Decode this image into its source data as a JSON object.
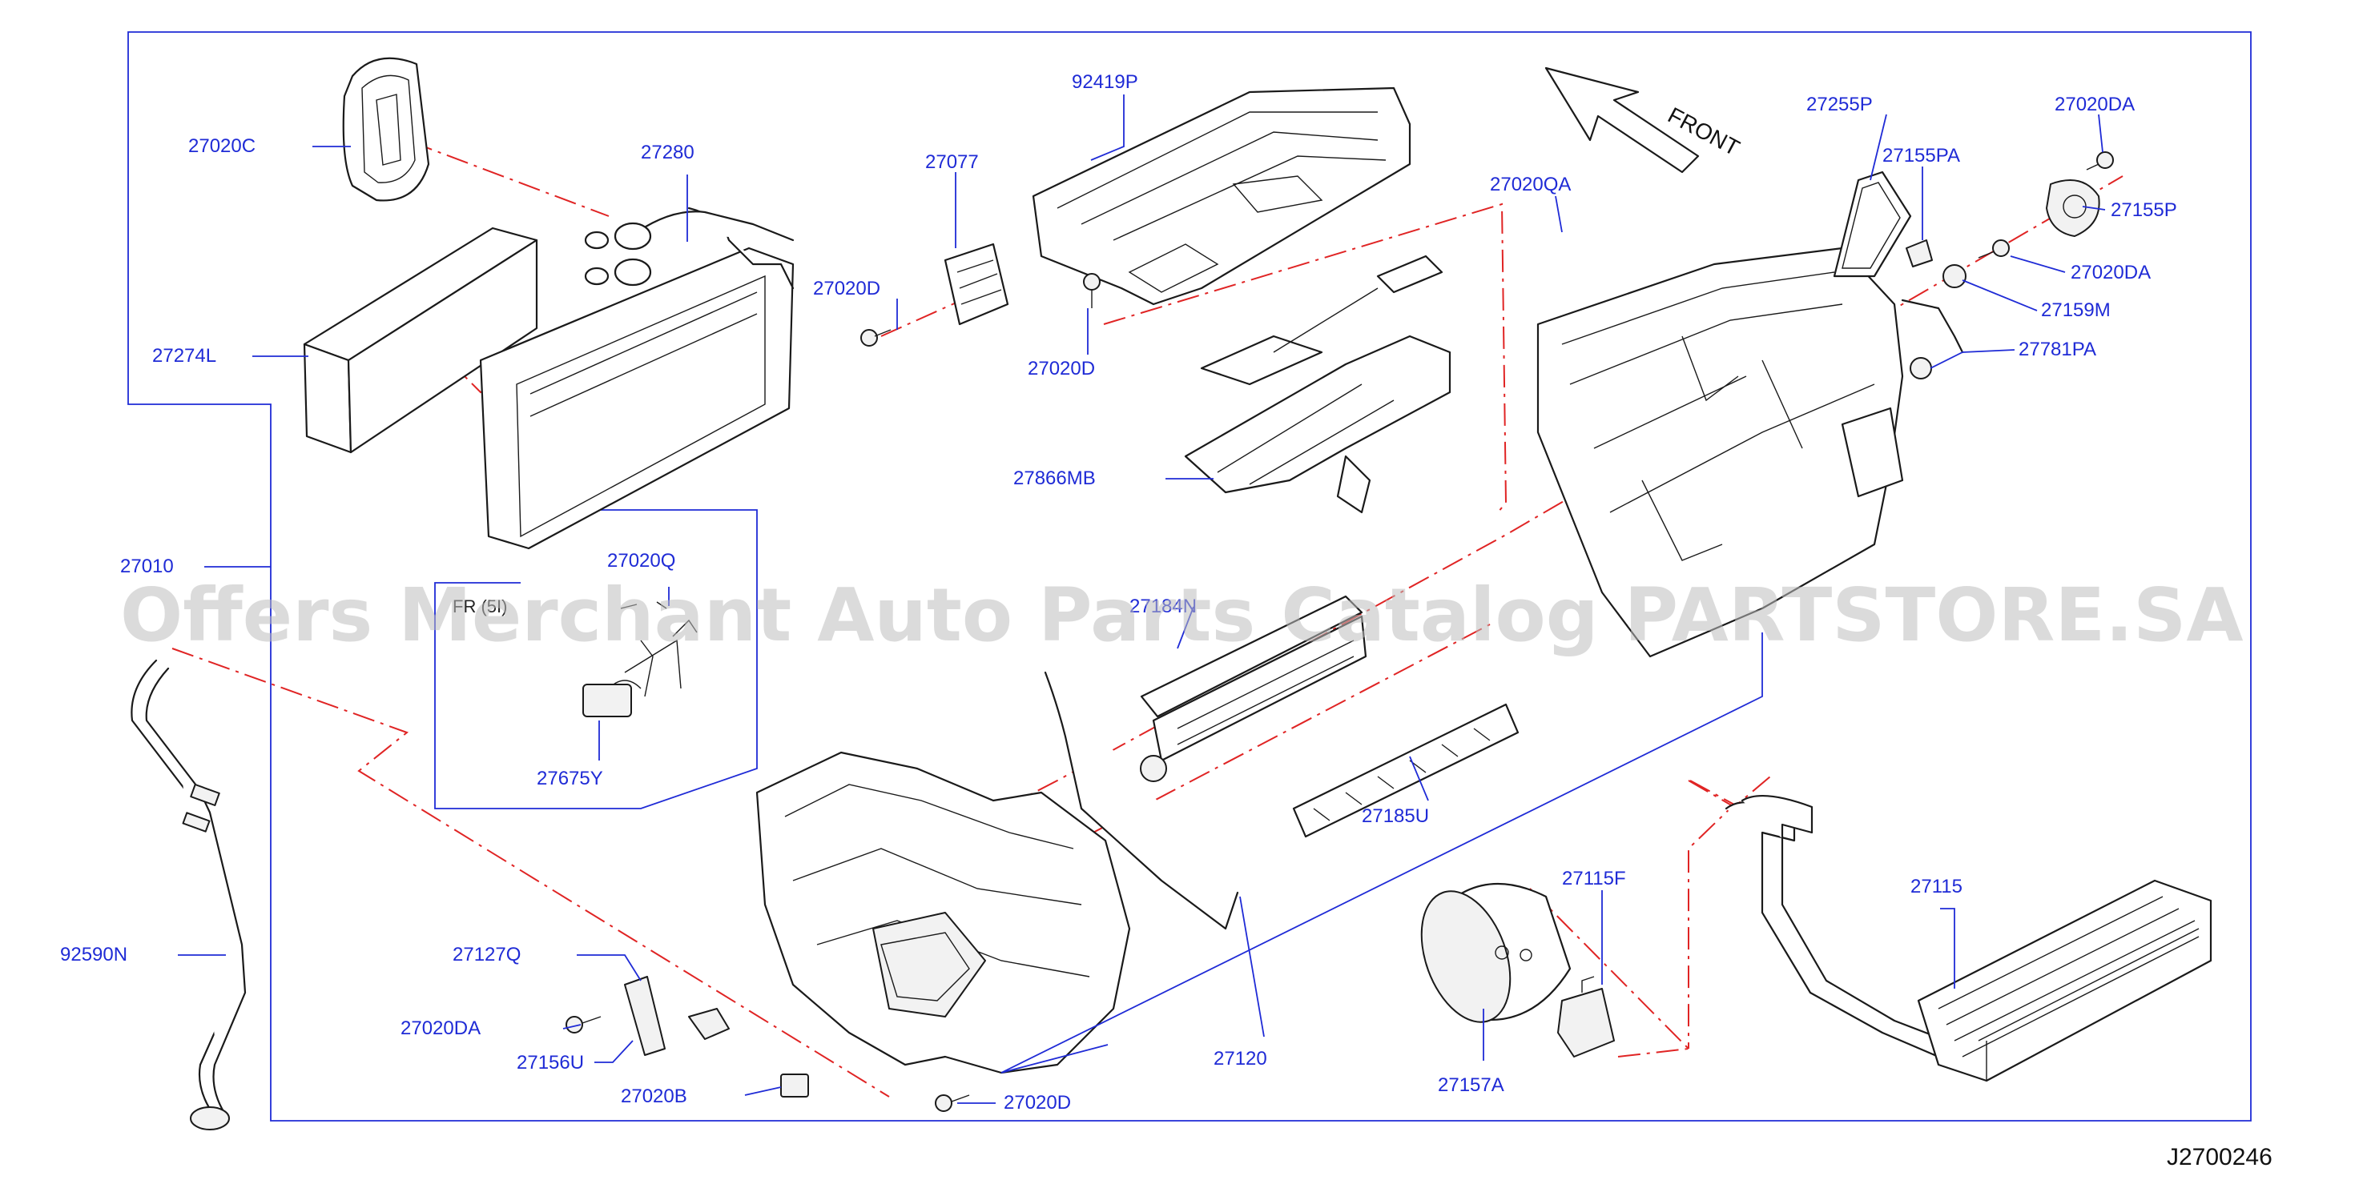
{
  "diagram": {
    "drawing_code": "J2700246",
    "watermark": "Offers Merchant Auto Parts Catalog PARTSTORE.SA",
    "direction_label": "FRONT",
    "inset_text": "FR (5I)",
    "colors": {
      "label": "#1f2bd6",
      "leader": "#1f2bd6",
      "centerline": "#e02424",
      "part": "#1a1a1a"
    },
    "labels": [
      "27020C",
      "27280",
      "27274L",
      "27010",
      "92590N",
      "27020Q",
      "27675Y",
      "92419P",
      "27077",
      "27020D",
      "27020D",
      "27866MB",
      "27020QA",
      "27255P",
      "27155PA",
      "27020DA",
      "27155P",
      "27020DA",
      "27159M",
      "27781PA",
      "27184N",
      "27185U",
      "27120",
      "27127Q",
      "27020DA",
      "27156U",
      "27020B",
      "27020D",
      "27115F",
      "27115",
      "27157A"
    ]
  }
}
